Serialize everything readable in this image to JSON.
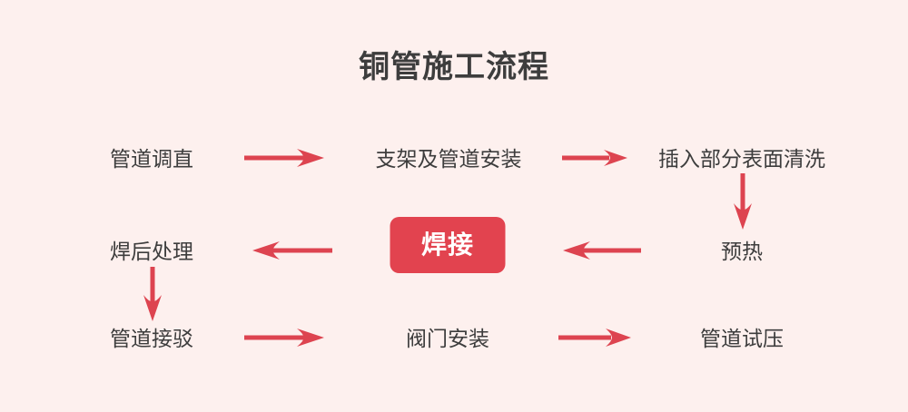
{
  "page": {
    "title": "铜管施工流程",
    "background_color": "#fdf0ee",
    "text_color": "#3d3d3d",
    "accent_color": "#e2434f"
  },
  "diagram": {
    "type": "flowchart",
    "nodes": [
      {
        "id": "n1",
        "label": "管道调直",
        "row": 1,
        "col": 1,
        "highlight": false
      },
      {
        "id": "n2",
        "label": "支架及管道安装",
        "row": 1,
        "col": 2,
        "highlight": false
      },
      {
        "id": "n3",
        "label": "插入部分表面清洗",
        "row": 1,
        "col": 3,
        "highlight": false
      },
      {
        "id": "n4",
        "label": "预热",
        "row": 2,
        "col": 3,
        "highlight": false
      },
      {
        "id": "n5",
        "label": "焊接",
        "row": 2,
        "col": 2,
        "highlight": true
      },
      {
        "id": "n6",
        "label": "焊后处理",
        "row": 2,
        "col": 1,
        "highlight": false
      },
      {
        "id": "n7",
        "label": "管道接驳",
        "row": 3,
        "col": 1,
        "highlight": false
      },
      {
        "id": "n8",
        "label": "阀门安装",
        "row": 3,
        "col": 2,
        "highlight": false
      },
      {
        "id": "n9",
        "label": "管道试压",
        "row": 3,
        "col": 3,
        "highlight": false
      }
    ],
    "arrows": [
      {
        "id": "a1",
        "from": "n1",
        "to": "n2",
        "direction": "right"
      },
      {
        "id": "a2",
        "from": "n2",
        "to": "n3",
        "direction": "right"
      },
      {
        "id": "a3",
        "from": "n3",
        "to": "n4",
        "direction": "down"
      },
      {
        "id": "a4",
        "from": "n4",
        "to": "n5",
        "direction": "left"
      },
      {
        "id": "a5",
        "from": "n5",
        "to": "n6",
        "direction": "left"
      },
      {
        "id": "a6",
        "from": "n6",
        "to": "n7",
        "direction": "down"
      },
      {
        "id": "a7",
        "from": "n7",
        "to": "n8",
        "direction": "right"
      },
      {
        "id": "a8",
        "from": "n8",
        "to": "n9",
        "direction": "right"
      }
    ]
  }
}
